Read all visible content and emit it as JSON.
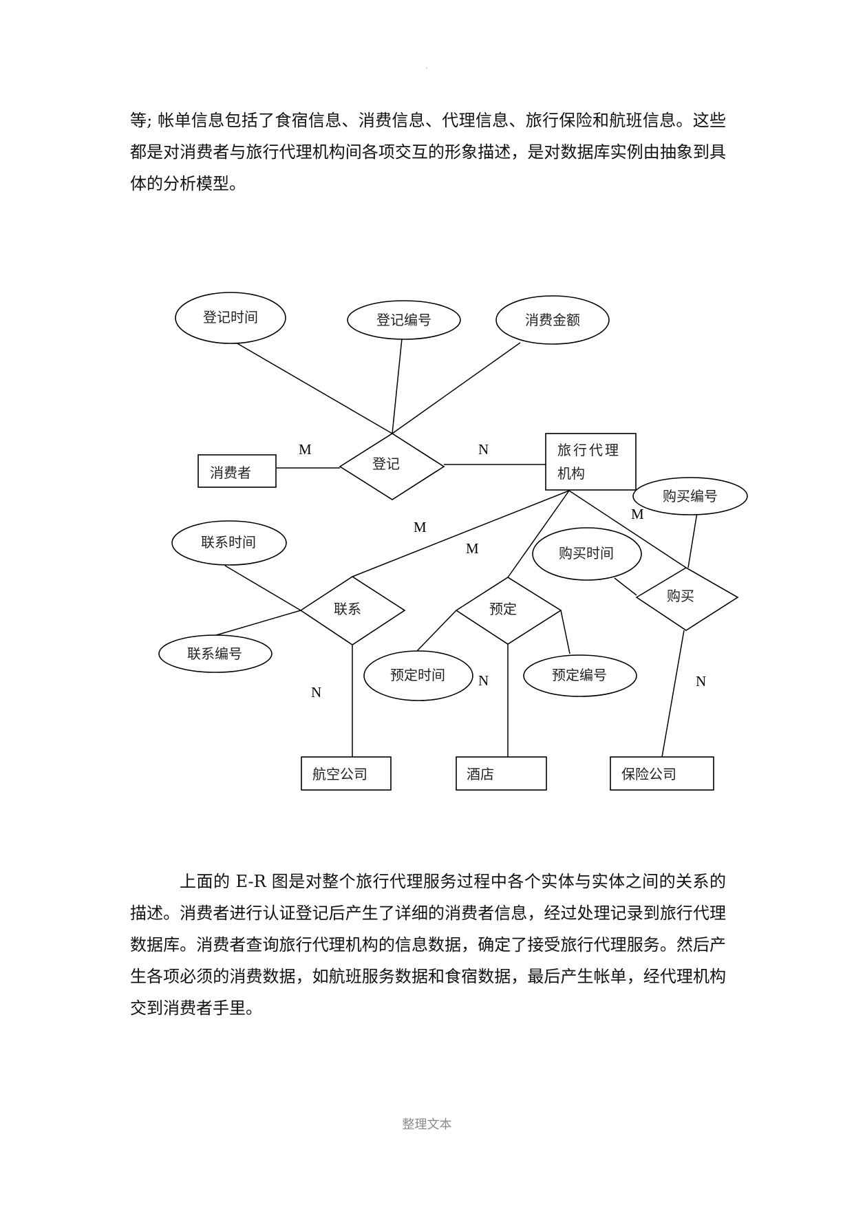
{
  "document": {
    "header_mark": ".",
    "paragraph_top": "等; 帐单信息包括了食宿信息、消费信息、代理信息、旅行保险和航班信息。这些都是对消费者与旅行代理机构间各项交互的形象描述，是对数据库实例由抽象到具体的分析模型。",
    "paragraph_bottom": "上面的 E-R 图是对整个旅行代理服务过程中各个实体与实体之间的关系的描述。消费者进行认证登记后产生了详细的消费者信息，经过处理记录到旅行代理数据库。消费者查询旅行代理机构的信息数据，确定了接受旅行代理服务。然后产生各项必须的消费数据，如航班服务数据和食宿数据，最后产生帐单，经代理机构交到消费者手里。",
    "footer": "整理文本"
  },
  "diagram": {
    "entities": {
      "consumer": "消费者",
      "agency_line1": "旅行代理",
      "agency_line2": "机构",
      "airline": "航空公司",
      "hotel": "酒店",
      "insurance": "保险公司"
    },
    "relationships": {
      "register": "登记",
      "contact": "联系",
      "reserve": "预定",
      "purchase": "购买"
    },
    "attributes": {
      "register_time": "登记时间",
      "register_no": "登记编号",
      "spend_amount": "消费金额",
      "contact_time": "联系时间",
      "contact_no": "联系编号",
      "reserve_time": "预定时间",
      "reserve_no": "预定编号",
      "purchase_time": "购买时间",
      "purchase_no": "购买编号"
    },
    "cardinalities": {
      "register_consumer": "M",
      "register_agency": "N",
      "contact_agency": "M",
      "reserve_agency": "M",
      "purchase_agency": "M",
      "contact_airline": "N",
      "reserve_hotel": "N",
      "purchase_insurance": "N"
    }
  }
}
